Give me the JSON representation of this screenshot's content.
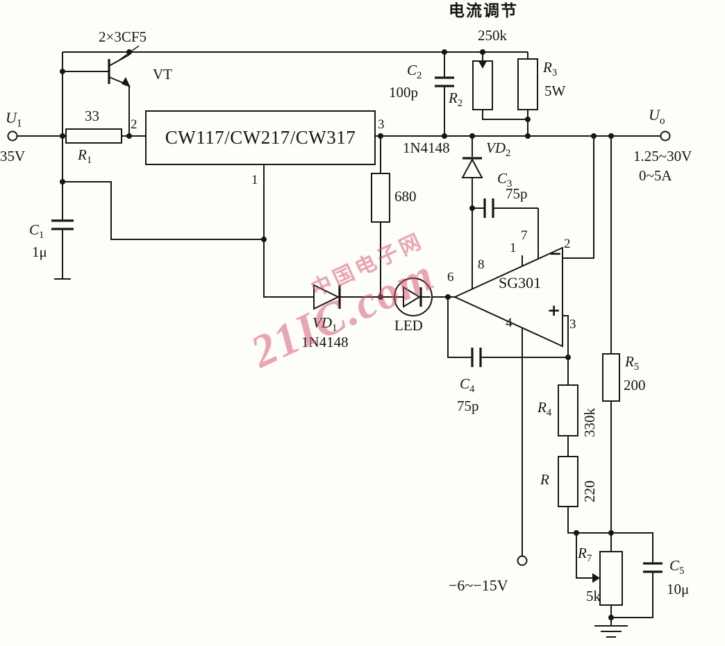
{
  "header": {
    "current_adjust_title": "电流调节",
    "r2_value": "250k"
  },
  "components": {
    "vt": {
      "type": "2×3CF5",
      "ref": "VT"
    },
    "input": {
      "sym": "U",
      "sub": "1",
      "value": "35V"
    },
    "r1": {
      "sym": "R",
      "sub": "1",
      "value": "33"
    },
    "regulator": {
      "name": "CW117/CW217/CW317",
      "pin_in": "2",
      "pin_out": "3",
      "pin_adj": "1"
    },
    "r680": {
      "value": "680"
    },
    "c1": {
      "sym": "C",
      "sub": "1",
      "value": "1μ"
    },
    "c2": {
      "sym": "C",
      "sub": "2",
      "value": "100p"
    },
    "r2": {
      "sym": "R",
      "sub": "2"
    },
    "r3": {
      "sym": "R",
      "sub": "3",
      "value": "5W"
    },
    "vd2": {
      "sym": "VD",
      "sub": "2",
      "part": "1N4148"
    },
    "c3": {
      "sym": "C",
      "sub": "3",
      "value": "75p"
    },
    "opamp": {
      "name": "SG301",
      "minus": "−",
      "plus": "+",
      "pin1": "1",
      "pin2": "2",
      "pin3": "3",
      "pin4": "4",
      "pin6": "6",
      "pin7": "7",
      "pin8": "8"
    },
    "vd1": {
      "sym": "VD",
      "sub": "1",
      "part": "1N4148"
    },
    "led": {
      "label": "LED"
    },
    "c4": {
      "sym": "C",
      "sub": "4",
      "value": "75p"
    },
    "r4": {
      "sym": "R",
      "sub": "4",
      "value": "330k"
    },
    "r": {
      "sym": "R",
      "value": "220"
    },
    "r5": {
      "sym": "R",
      "sub": "5",
      "value": "200"
    },
    "neg_supply": {
      "value": "−6~−15V"
    },
    "r7": {
      "sym": "R",
      "sub": "7",
      "value": "5k"
    },
    "c5": {
      "sym": "C",
      "sub": "5",
      "value": "10μ"
    },
    "output": {
      "sym": "U",
      "sub": "o",
      "range_v": "1.25~30V",
      "range_a": "0~5A"
    }
  },
  "watermark": {
    "site": "中国电子网",
    "brand": "21IC.com"
  },
  "colors": {
    "wire": "#161616",
    "watermark": "#d65066"
  }
}
